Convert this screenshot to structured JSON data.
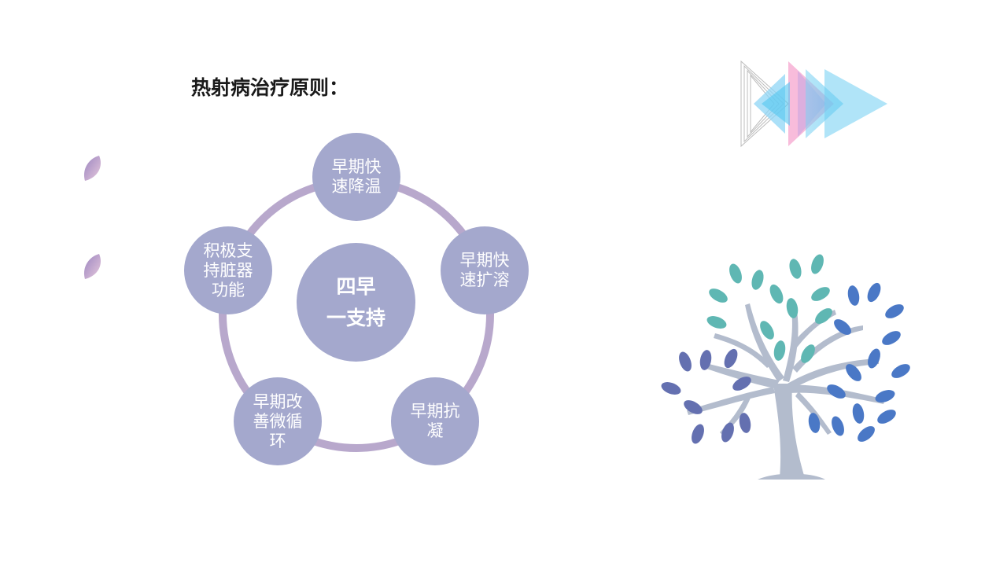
{
  "slide": {
    "title": "热射病治疗原则："
  },
  "diagram": {
    "center": "四早\n一支持",
    "nodes": [
      "早期快\n速降温",
      "早期快\n速扩溶",
      "早期抗\n凝",
      "早期改\n善微循\n环",
      "积极支\n持脏器\n功能"
    ]
  },
  "colors": {
    "node_fill": "#a4a8cd",
    "ring_stroke": "#b8a8cc",
    "text_light": "#ffffff",
    "title_text": "#1a1a1a"
  },
  "icons": {
    "bullets": [
      "leaf-bullet-icon",
      "leaf-bullet-icon"
    ],
    "decoration": "triangle-arrows-icon",
    "illustration": "tree-icon"
  }
}
